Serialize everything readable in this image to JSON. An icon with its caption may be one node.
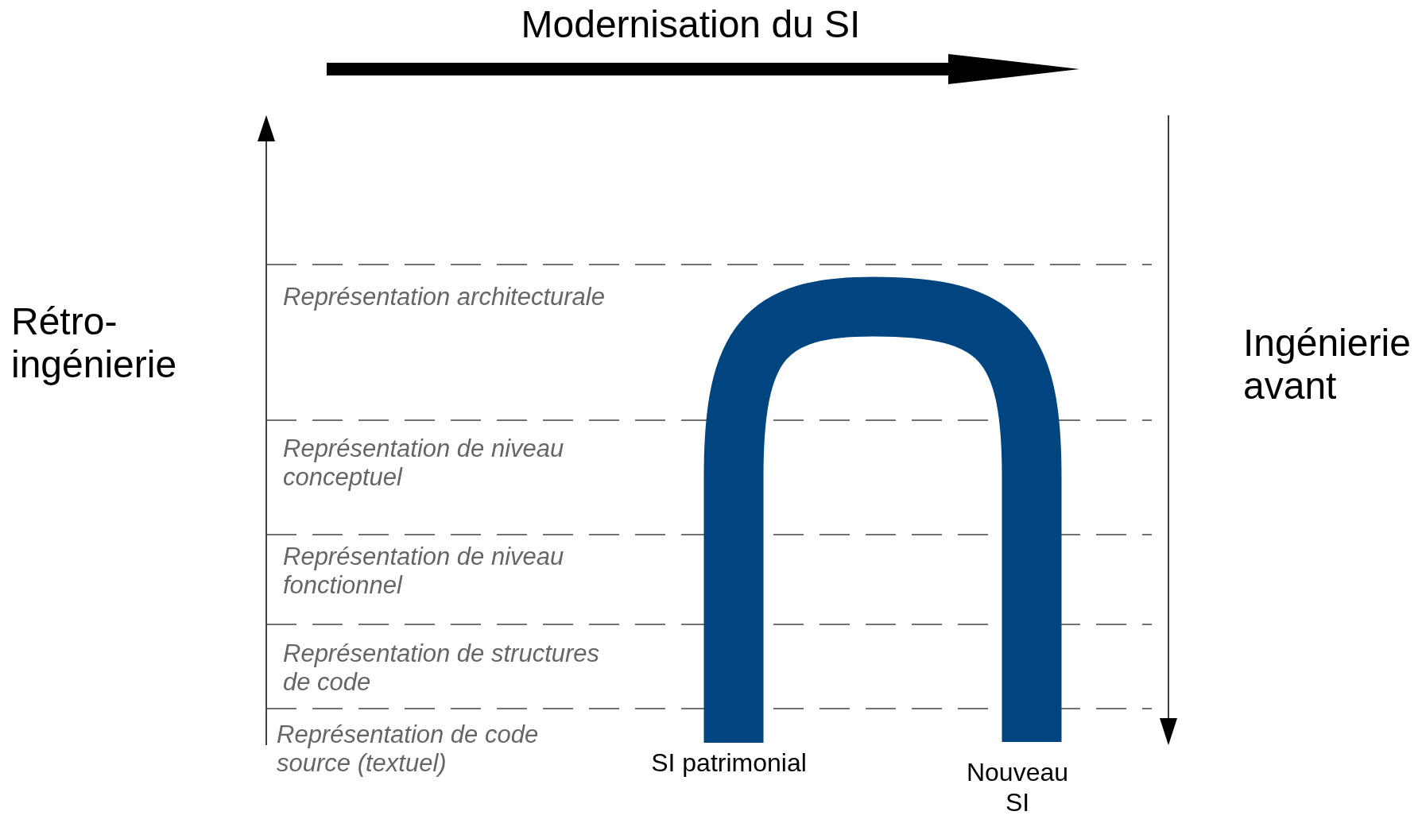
{
  "diagram": {
    "title": "Modernisation du SI",
    "nodes": [
      {
        "text": [
          "SI patrimonial"
        ]
      },
      {
        "text": [
          "Nouveau SI"
        ]
      }
    ],
    "edges": [
      {
        "from": 0,
        "to": 1,
        "arrow": "none",
        "color": "#00457f"
      }
    ],
    "labels": [
      "Rétro-ingénierie",
      "Représentation architecturale",
      "Ingénierie avant",
      "Représentation de niveau conceptuel",
      "Représentation de niveau fonctionnel",
      "Représentation de structures de code",
      "Représentation de code source (textuel)"
    ]
  }
}
